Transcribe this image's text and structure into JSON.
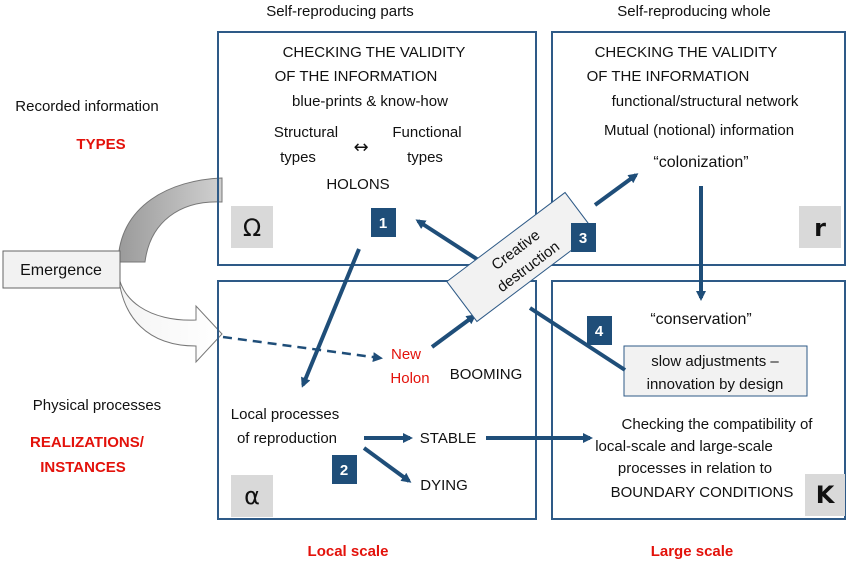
{
  "columns": {
    "left": "Self-reproducing parts",
    "right": "Self-reproducing whole"
  },
  "rows": {
    "top_label": "Recorded information",
    "top_category": "TYPES",
    "bottom_label": "Physical processes",
    "bottom_category_line1": "REALIZATIONS/",
    "bottom_category_line2": "INSTANCES"
  },
  "footer": {
    "left": "Local scale",
    "right": "Large scale"
  },
  "quadrant_omega": {
    "line1": "CHECKING THE VALIDITY",
    "line2": "OF THE INFORMATION",
    "line3": "blue-prints & know-how",
    "structural_1": "Structural",
    "structural_2": "types",
    "arrow_symbol": "↔",
    "functional_1": "Functional",
    "functional_2": "types",
    "holons": "HOLONS",
    "corner": "Ω"
  },
  "quadrant_r": {
    "line1": "CHECKING THE VALIDITY",
    "line2": "OF THE INFORMATION",
    "line3": "functional/structural network",
    "line4": "Mutual (notional) information",
    "colonization": "“colonization”",
    "corner": "r"
  },
  "quadrant_alpha": {
    "new_holon_1": "New",
    "new_holon_2": "Holon",
    "booming": "BOOMING",
    "local_1": "Local processes",
    "local_2": "of reproduction",
    "stable": "STABLE",
    "dying": "DYING",
    "corner": "α"
  },
  "quadrant_k": {
    "conservation": "“conservation”",
    "slow_1": "slow adjustments –",
    "slow_2": "innovation by design",
    "check_1": "Checking the compatibility of",
    "check_2": "local-scale and large-scale",
    "check_3": "processes  in relation to",
    "check_4": "BOUNDARY CONDITIONS",
    "corner": "K"
  },
  "emergence": "Emergence",
  "creative_1": "Creative",
  "creative_2": "destruction",
  "markers": [
    "1",
    "2",
    "3",
    "4"
  ],
  "colors": {
    "arrow": "#1f4e79",
    "marker_fill": "#1f4e79",
    "highlight": "#e3120b",
    "box_border": "#2e5a87",
    "corner_fill": "#d9d9d9"
  }
}
